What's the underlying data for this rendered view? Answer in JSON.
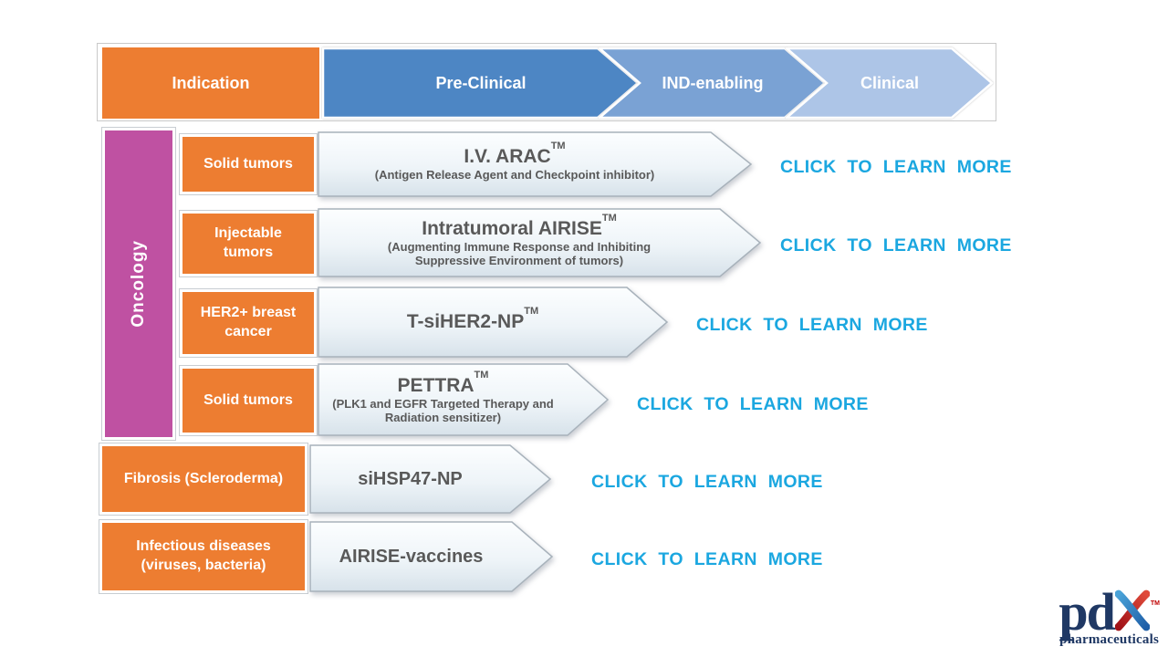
{
  "header": {
    "indication": "Indication",
    "stages": [
      {
        "label": "Pre-Clinical"
      },
      {
        "label": "IND-enabling"
      },
      {
        "label": "Clinical"
      }
    ]
  },
  "oncology": {
    "label": "Oncology"
  },
  "rows": [
    {
      "indication": "Solid tumors",
      "product": "I.V. ARAC",
      "tm": "TM",
      "subtitle": "(Antigen Release Agent and Checkpoint inhibitor)",
      "link": "CLICK TO LEARN MORE"
    },
    {
      "indication": "Injectable tumors",
      "product": "Intratumoral AIRISE",
      "tm": "TM",
      "subtitle": "(Augmenting Immune Response and Inhibiting Suppressive Environment of tumors)",
      "link": "CLICK TO LEARN MORE"
    },
    {
      "indication": "HER2+ breast cancer",
      "product": "T-siHER2-NP",
      "tm": "TM",
      "subtitle": "",
      "link": "CLICK TO LEARN MORE"
    },
    {
      "indication": "Solid tumors",
      "product": "PETTRA",
      "tm": "TM",
      "subtitle": "(PLK1 and EGFR Targeted Therapy and Radiation sensitizer)",
      "link": "CLICK TO LEARN MORE"
    },
    {
      "indication": "Fibrosis (Scleroderma)",
      "product": "siHSP47-NP",
      "tm": "",
      "subtitle": "",
      "link": "CLICK TO LEARN MORE"
    },
    {
      "indication": "Infectious diseases (viruses, bacteria)",
      "product": "AIRISE-vaccines",
      "tm": "",
      "subtitle": "",
      "link": "CLICK TO LEARN MORE"
    }
  ],
  "logo": {
    "pd": "pd",
    "x_letter": "x",
    "tm": "TM",
    "wordmark": "pharmaceuticals"
  },
  "colors": {
    "indication_orange": "#ED7D31",
    "oncology_magenta": "#BF51A2",
    "stage_preclinical": "#4D86C4",
    "stage_ind_enabling": "#7AA2D4",
    "stage_clinical": "#ADC5E7",
    "link_cyan": "#1BA7E0",
    "product_text_gray": "#595959",
    "logo_navy": "#1f3864",
    "logo_red": "#c00000"
  }
}
